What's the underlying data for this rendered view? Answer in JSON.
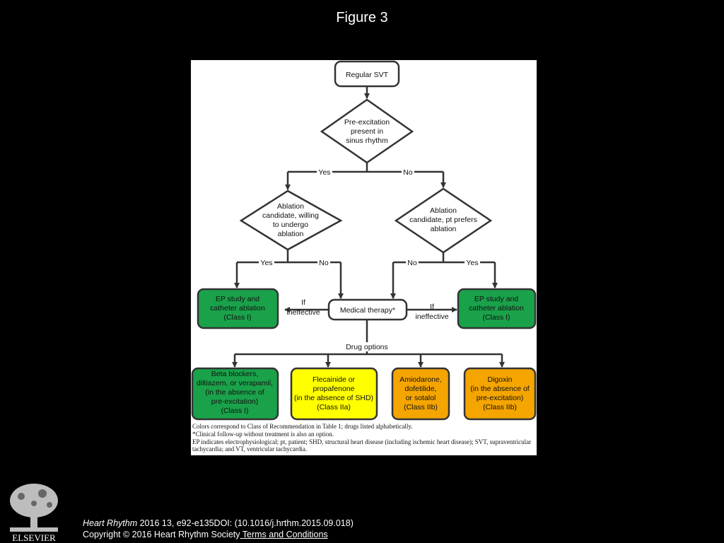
{
  "title": "Figure 3",
  "nodes": {
    "regular_svt": [
      "Regular SVT"
    ],
    "preexcitation": [
      "Pre-excitation",
      "present in",
      "sinus rhythm"
    ],
    "ablation_left": [
      "Ablation",
      "candidate, willing",
      "to undergo",
      "ablation"
    ],
    "ablation_right": [
      "Ablation",
      "candidate, pt prefers",
      "ablation"
    ],
    "ep_left": [
      "EP study and",
      "catheter ablation",
      "(Class I)"
    ],
    "medical": [
      "Medical therapy*"
    ],
    "ep_right": [
      "EP study and",
      "catheter ablation",
      "(Class I)"
    ],
    "drug_beta": [
      "Beta blockers,",
      "diltiazem, or verapamil,",
      "(in the absence of",
      "pre-excitation)",
      "(Class I)"
    ],
    "drug_flec": [
      "Flecainide or",
      "propafenone",
      "(in the absence of SHD)",
      "(Class IIa)"
    ],
    "drug_amio": [
      "Amiodarone,",
      "dofetilide,",
      "or sotalol",
      "(Class IIb)"
    ],
    "drug_dig": [
      "Digoxin",
      "(in the absence of",
      "pre-excitation)",
      "(Class IIb)"
    ]
  },
  "labels": {
    "yes_top": "Yes",
    "no_top": "No",
    "yes_left": "Yes",
    "no_left": "No",
    "no_right": "No",
    "yes_right": "Yes",
    "if_ineffective_left": [
      "If",
      "ineffective"
    ],
    "if_ineffective_right": [
      "If",
      "ineffective"
    ],
    "drug_options": "Drug options"
  },
  "colors": {
    "class_i": "#1aa24a",
    "class_iia": "#ffff00",
    "class_iib": "#f5a500",
    "neutral": "#ffffff",
    "stroke": "#333333"
  },
  "footnotes": [
    "Colors correspond to Class of Recommendation in Table 1; drugs listed alphabetically.",
    "*Clinical follow-up without treatment is also an option.",
    "EP indicates electrophysiological; pt, patient; SHD, structural heart disease (including ischemic heart disease); SVT, supraventricular tachycardia; and VT, ventricular tachycardia."
  ],
  "citation": {
    "journal": "Heart Rhythm",
    "details": " 2016 13, e92-e135DOI: (10.1016/j.hrthm.2015.09.018)",
    "copyright": "Copyright © 2016 Heart Rhythm Society",
    "terms": " Terms and Conditions"
  },
  "logo_text": "ELSEVIER"
}
